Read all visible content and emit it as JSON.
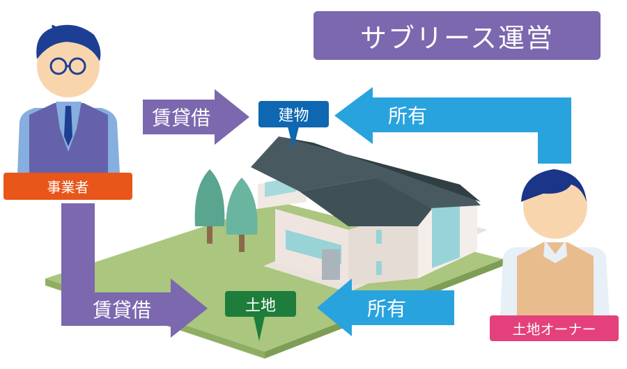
{
  "title": "サブリース運営",
  "actors": {
    "operator": "事業者",
    "land_owner": "土地オーナー"
  },
  "objects": {
    "building": "建物",
    "land": "土地"
  },
  "arrows": {
    "lease_building": "賃貸借",
    "own_building": "所有",
    "lease_land": "賃貸借",
    "own_land": "所有"
  },
  "colors": {
    "purple": "#7b68ae",
    "blue": "#29a3de",
    "orange": "#e8561a",
    "pink": "#e4417c",
    "building_tag": "#0e67b0",
    "land_tag": "#1e7d3b"
  }
}
